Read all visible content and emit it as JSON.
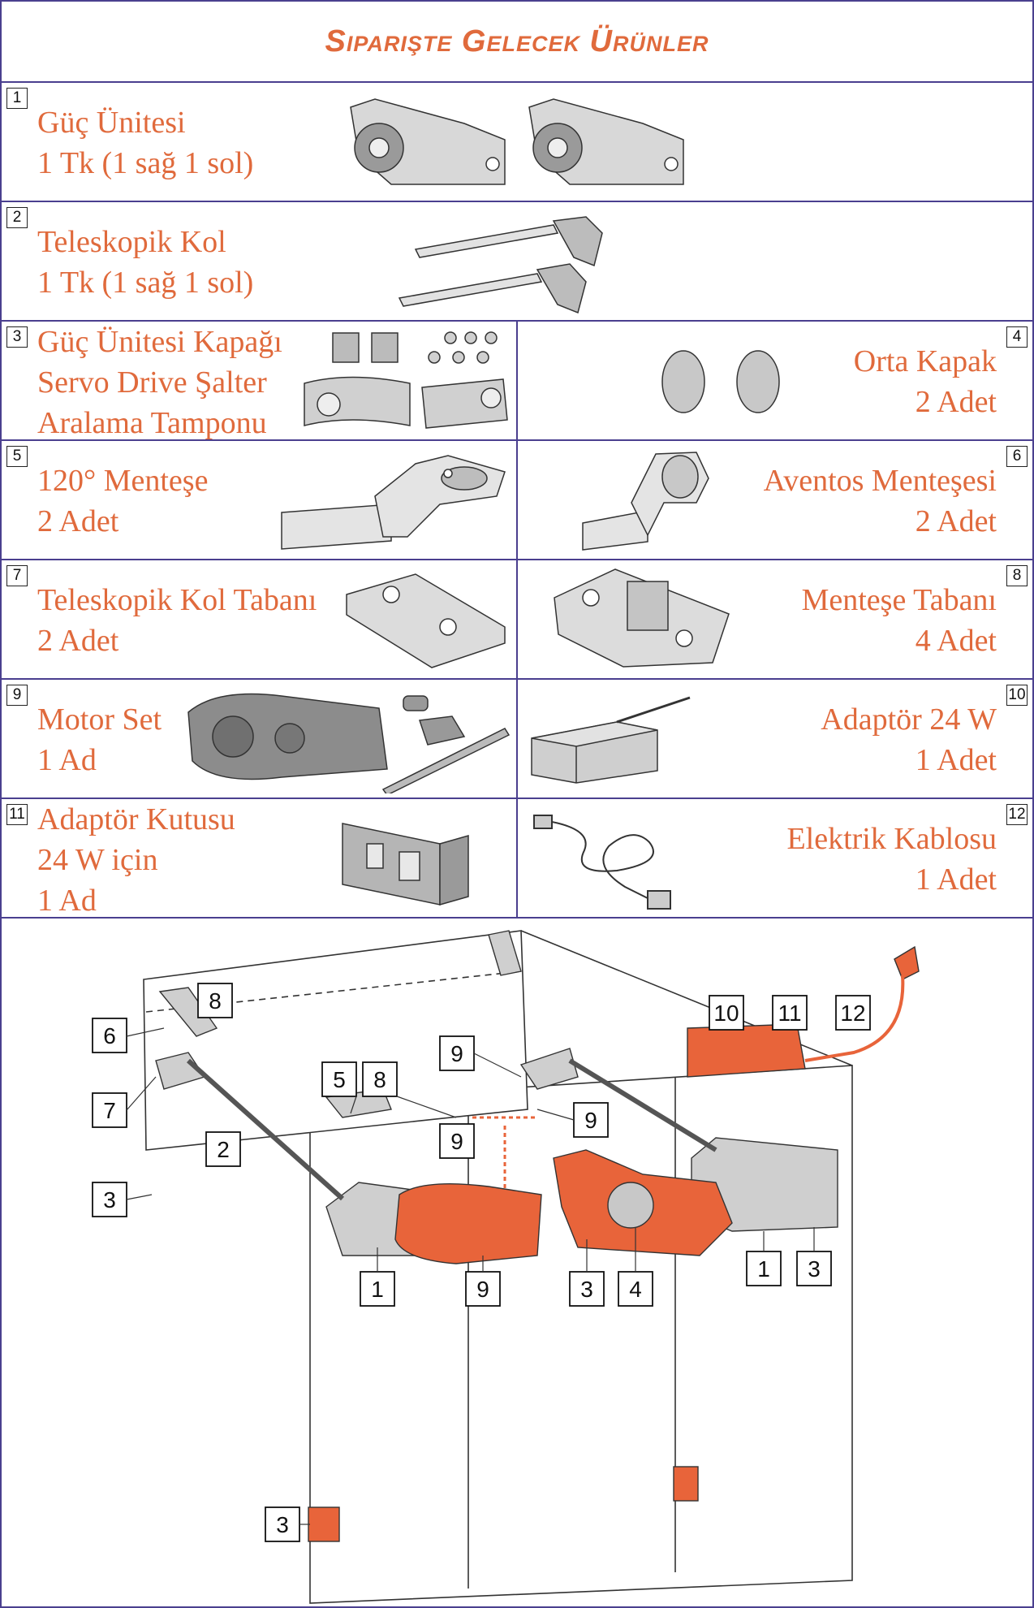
{
  "title": "Siparişte Gelecek Ürünler",
  "items": [
    {
      "no": "1",
      "lines": [
        "Güç Ünitesi",
        "1 Tk (1 sağ 1 sol)"
      ]
    },
    {
      "no": "2",
      "lines": [
        "Teleskopik Kol",
        "1 Tk (1 sağ 1 sol)"
      ]
    },
    {
      "no": "3",
      "lines": [
        "Güç Ünitesi Kapağı",
        "Servo Drive Şalter",
        "Aralama Tamponu"
      ]
    },
    {
      "no": "4",
      "lines": [
        "Orta Kapak",
        "2 Adet"
      ]
    },
    {
      "no": "5",
      "lines": [
        "120° Menteşe",
        "2 Adet"
      ]
    },
    {
      "no": "6",
      "lines": [
        "Aventos Menteşesi",
        "2 Adet"
      ]
    },
    {
      "no": "7",
      "lines": [
        "Teleskopik Kol Tabanı",
        "2 Adet"
      ]
    },
    {
      "no": "8",
      "lines": [
        "Menteşe Tabanı",
        "4 Adet"
      ]
    },
    {
      "no": "9",
      "lines": [
        "Motor Set",
        "1 Ad"
      ]
    },
    {
      "no": "10",
      "lines": [
        "Adaptör 24 W",
        "1 Adet"
      ]
    },
    {
      "no": "11",
      "lines": [
        "Adaptör Kutusu",
        "24 W için",
        "1 Ad"
      ]
    },
    {
      "no": "12",
      "lines": [
        "Elektrik Kablosu",
        "1 Adet"
      ]
    }
  ],
  "diagram_callouts": [
    "8",
    "6",
    "7",
    "2",
    "3",
    "5",
    "8",
    "9",
    "9",
    "9",
    "10",
    "11",
    "12",
    "1",
    "9",
    "3",
    "4",
    "1",
    "3",
    "3"
  ],
  "colors": {
    "accent": "#e06a3c",
    "border": "#4a3f8f",
    "part_gray": "#c9c9c9",
    "part_orange": "#e8643a"
  }
}
